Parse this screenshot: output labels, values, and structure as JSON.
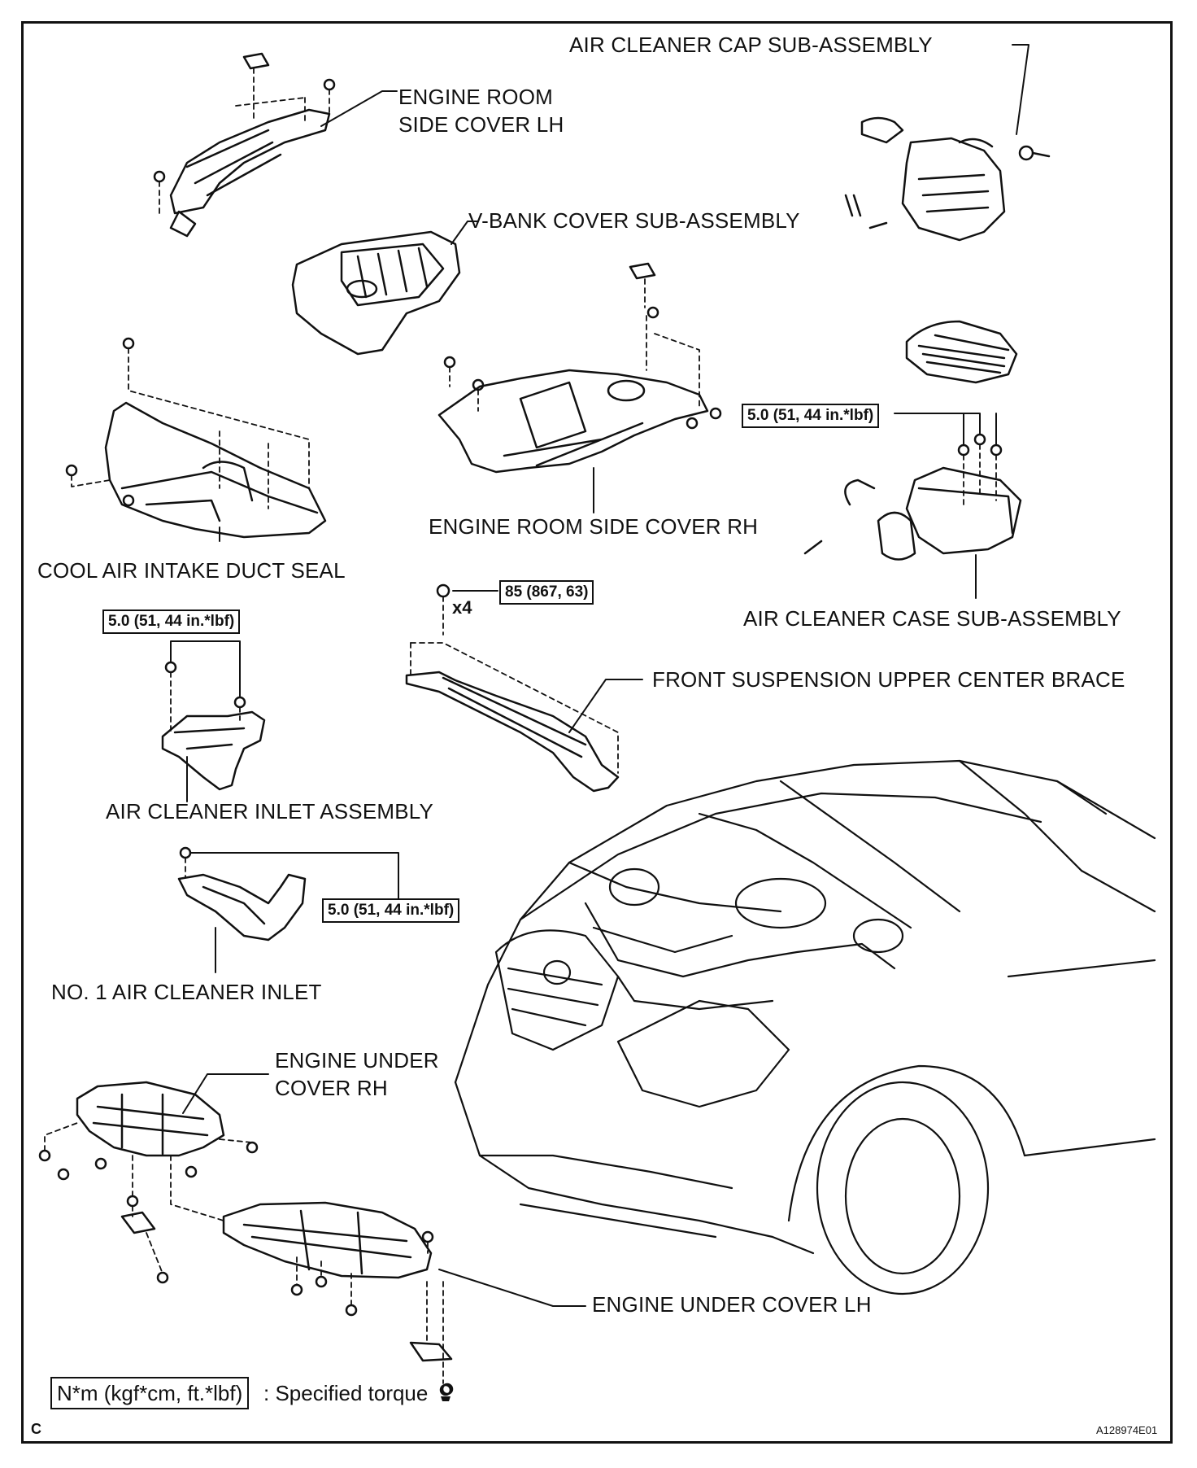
{
  "labels": {
    "air_cleaner_cap": "AIR CLEANER CAP SUB-ASSEMBLY",
    "engine_room_side_cover_lh_1": "ENGINE ROOM",
    "engine_room_side_cover_lh_2": "SIDE COVER LH",
    "v_bank_cover": "V-BANK COVER SUB-ASSEMBLY",
    "engine_room_side_cover_rh": "ENGINE ROOM SIDE COVER RH",
    "cool_air_intake_duct_seal": "COOL AIR INTAKE DUCT SEAL",
    "air_cleaner_case": "AIR CLEANER CASE SUB-ASSEMBLY",
    "front_suspension_brace": "FRONT SUSPENSION UPPER CENTER BRACE",
    "air_cleaner_inlet_assembly": "AIR CLEANER INLET ASSEMBLY",
    "no1_air_cleaner_inlet": "NO. 1 AIR CLEANER INLET",
    "engine_under_cover_rh_1": "ENGINE UNDER",
    "engine_under_cover_rh_2": "COVER RH",
    "engine_under_cover_lh": "ENGINE UNDER COVER LH"
  },
  "torques": {
    "air_cleaner_case": "5.0 (51, 44 in.*lbf)",
    "brace": "85 (867, 63)",
    "inlet_assembly": "5.0 (51, 44 in.*lbf)",
    "no1_inlet": "5.0 (51, 44 in.*lbf)"
  },
  "brace_qty": "x4",
  "legend": {
    "box": "N*m (kgf*cm, ft.*lbf)",
    "text": ": Specified torque"
  },
  "corner_letter": "C",
  "figure_id": "A128974E01"
}
